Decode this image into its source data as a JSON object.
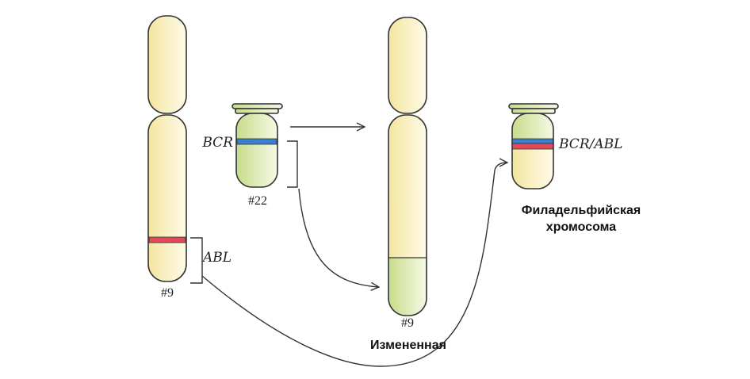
{
  "labels": {
    "bcr": "BCR",
    "abl": "ABL",
    "chr9": "#9",
    "chr22": "#22",
    "chr9_modified_number": "#9",
    "chr9_modified_caption": "Измененная",
    "fusion": "BCR/ABL",
    "philadelphia_line1": "Филадельфийская",
    "philadelphia_line2": "хромосома"
  },
  "colors": {
    "chr9_fill": "#f8eeb8",
    "chr22_fill": "#d8e8a8",
    "bcr_band": "#3a7fd0",
    "abl_band": "#e04a5a"
  }
}
